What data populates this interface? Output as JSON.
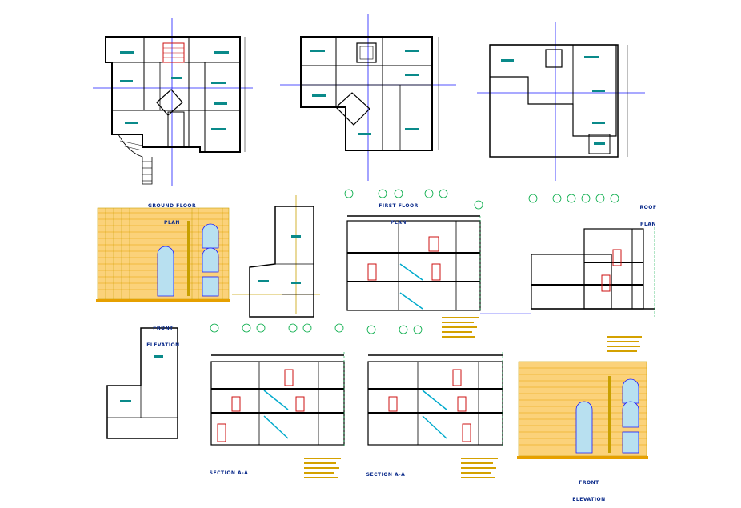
{
  "drawing_sheet": {
    "captions": [
      {
        "id": "plan1",
        "line1": "GROUND FLOOR",
        "line2": "PLAN"
      },
      {
        "id": "plan2",
        "line1": "FIRST FLOOR",
        "line2": "PLAN"
      },
      {
        "id": "plan3",
        "line1": "ROOF",
        "line2": "PLAN"
      },
      {
        "id": "elev1",
        "line1": "FRONT",
        "line2": "ELEVATION"
      },
      {
        "id": "elev2",
        "line1": "FRONT",
        "line2": "ELEVATION"
      },
      {
        "id": "secaa1",
        "line1": "SECTION A-A",
        "line2": ""
      },
      {
        "id": "secaa2",
        "line1": "SECTION A-A",
        "line2": ""
      }
    ],
    "colors": {
      "wall": "#000000",
      "room_tag": "#0a8a8a",
      "grid": "#00aa44",
      "axis": "#1a1aff",
      "stair": "#cc1111",
      "elevation_fill": "#f5a623",
      "dimension": "#c8a000",
      "note_text": "#d4a100"
    }
  }
}
